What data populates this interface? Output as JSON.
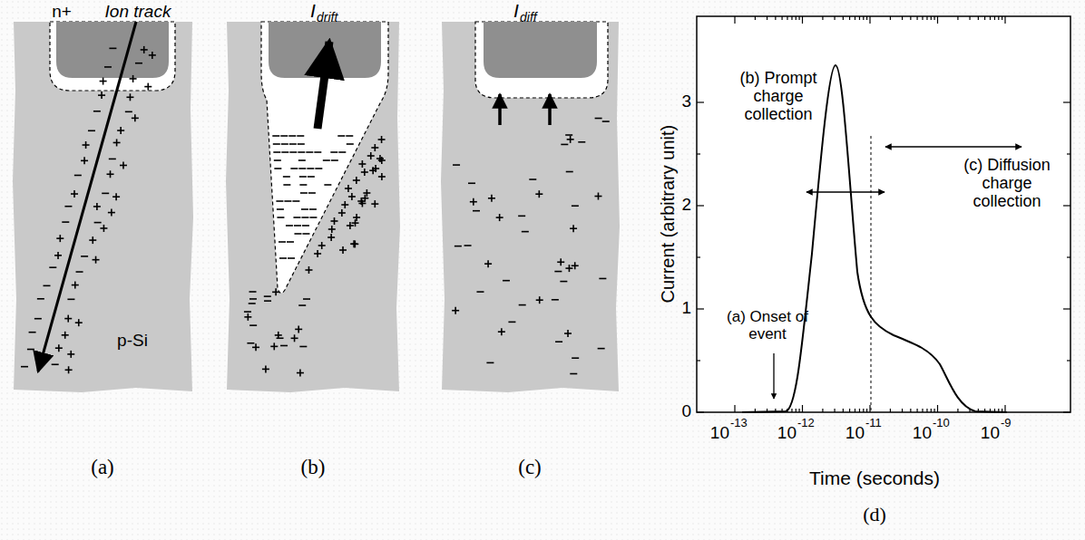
{
  "diagram": {
    "labels": [
      "n+",
      "Ion track",
      "I",
      "drift",
      "I",
      "diff",
      "p-Si",
      "(a)",
      "(b)",
      "(c)",
      "3",
      "2",
      "1",
      "0",
      "10",
      "-13",
      "10",
      "-12",
      "10",
      "-11",
      "10",
      "-10",
      "10",
      "-9",
      "(b) Prompt charge collection",
      "(c) Diffusion charge collection",
      "(a) Onset of event",
      "Current (arbitrary unit)",
      "Time (seconds)",
      "(d)"
    ]
  }
}
